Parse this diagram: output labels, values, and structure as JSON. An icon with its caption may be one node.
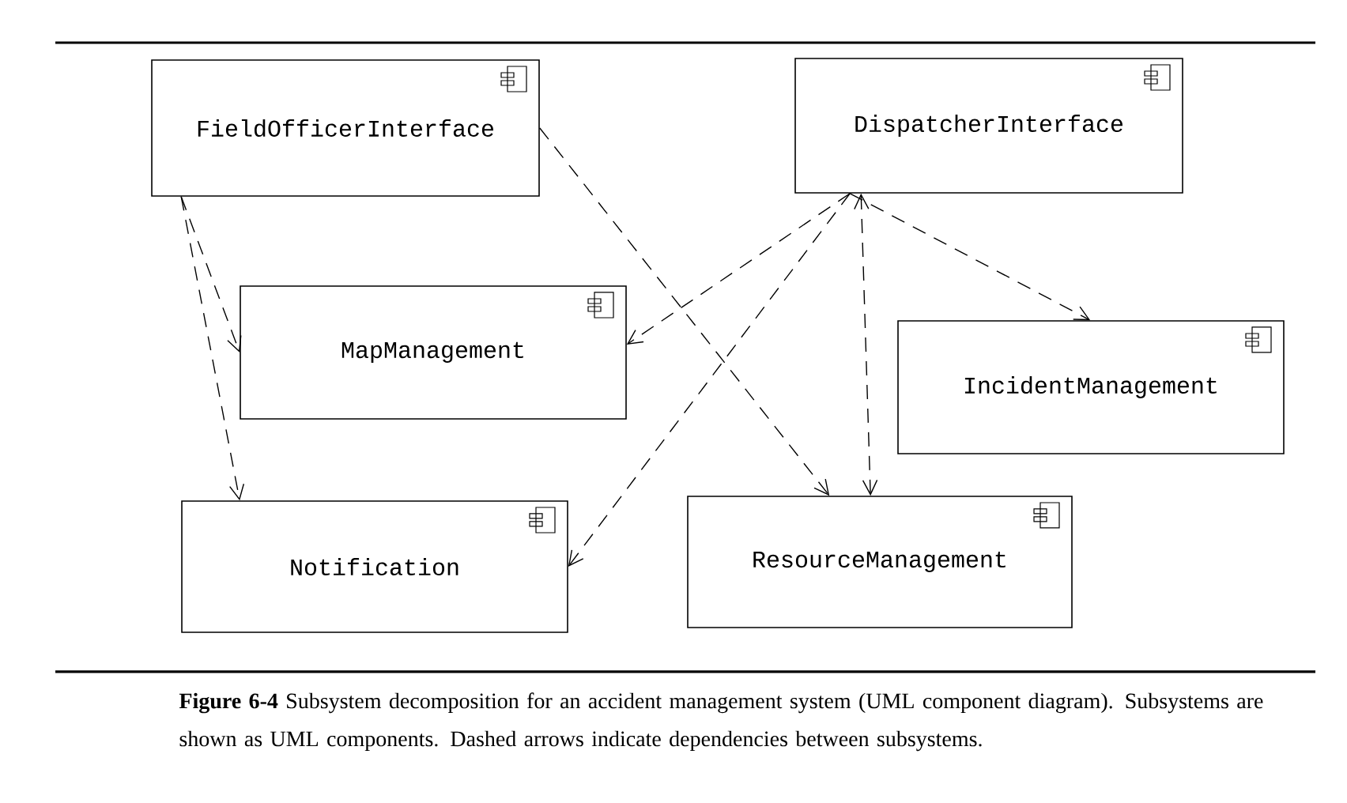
{
  "diagram": {
    "caption": "**Figure 6-4** Subsystem decomposition for an accident management system (UML component diagram). Subsystems are shown as UML components. Dashed arrows indicate dependencies between subsystems.",
    "nodes": [
      {
        "text": [
          "FieldOfficerInterface"
        ]
      },
      {
        "text": [
          "DispatcherInterface"
        ]
      },
      {
        "text": [
          "MapManagement"
        ]
      },
      {
        "text": [
          "IncidentManagement"
        ]
      },
      {
        "text": [
          "Notification"
        ]
      },
      {
        "text": [
          "ResourceManagement"
        ]
      }
    ],
    "edges": [
      {
        "from": 0,
        "to": 2,
        "arrow": "to",
        "style": "dashed"
      },
      {
        "from": 0,
        "to": 4,
        "arrow": "to",
        "style": "dashed"
      },
      {
        "from": 0,
        "to": 5,
        "arrow": "to",
        "style": "dashed"
      },
      {
        "from": 1,
        "to": 2,
        "arrow": "to",
        "style": "dashed"
      },
      {
        "from": 1,
        "to": 3,
        "arrow": "to",
        "style": "dashed"
      },
      {
        "from": 1,
        "to": 5,
        "arrow": "both",
        "style": "dashed"
      },
      {
        "from": 1,
        "to": 4,
        "arrow": "to",
        "style": "dashed"
      }
    ]
  }
}
